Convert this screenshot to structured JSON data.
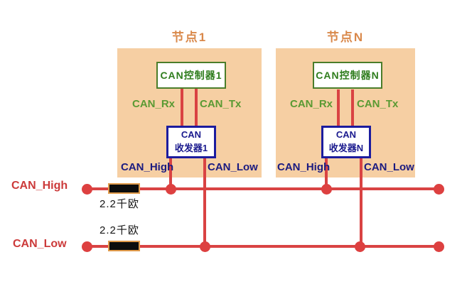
{
  "diagram": {
    "type": "CAN bus network topology",
    "nodes": [
      {
        "title": "节点1",
        "controller_label": "CAN控制器1",
        "rx_label": "CAN_Rx",
        "tx_label": "CAN_Tx",
        "transceiver_line1": "CAN",
        "transceiver_line2": "收发器1",
        "high_pin_label": "CAN_High",
        "low_pin_label": "CAN_Low"
      },
      {
        "title": "节点N",
        "controller_label": "CAN控制器N",
        "rx_label": "CAN_Rx",
        "tx_label": "CAN_Tx",
        "transceiver_line1": "CAN",
        "transceiver_line2": "收发器N",
        "high_pin_label": "CAN_High",
        "low_pin_label": "CAN_Low"
      }
    ],
    "bus": {
      "high_label": "CAN_High",
      "low_label": "CAN_Low",
      "high_resistor_value": "2.2千欧",
      "low_resistor_value": "2.2千欧"
    },
    "colors": {
      "node_fill": "#f6cfa3",
      "node_title_orange": "#d9884a",
      "controller_green": "#2f7d1d",
      "controller_border_green": "#4b7d2a",
      "signal_label_green": "#5a9a33",
      "transceiver_blue": "#1a1a8e",
      "pin_label_navy": "#1b1b80",
      "bus_red": "#d94343",
      "bus_label_red": "#cc3a3a",
      "resistor_fill": "#0d0d0d",
      "resistor_border_orange": "#e09a4a",
      "resistor_text": "#141414"
    }
  }
}
